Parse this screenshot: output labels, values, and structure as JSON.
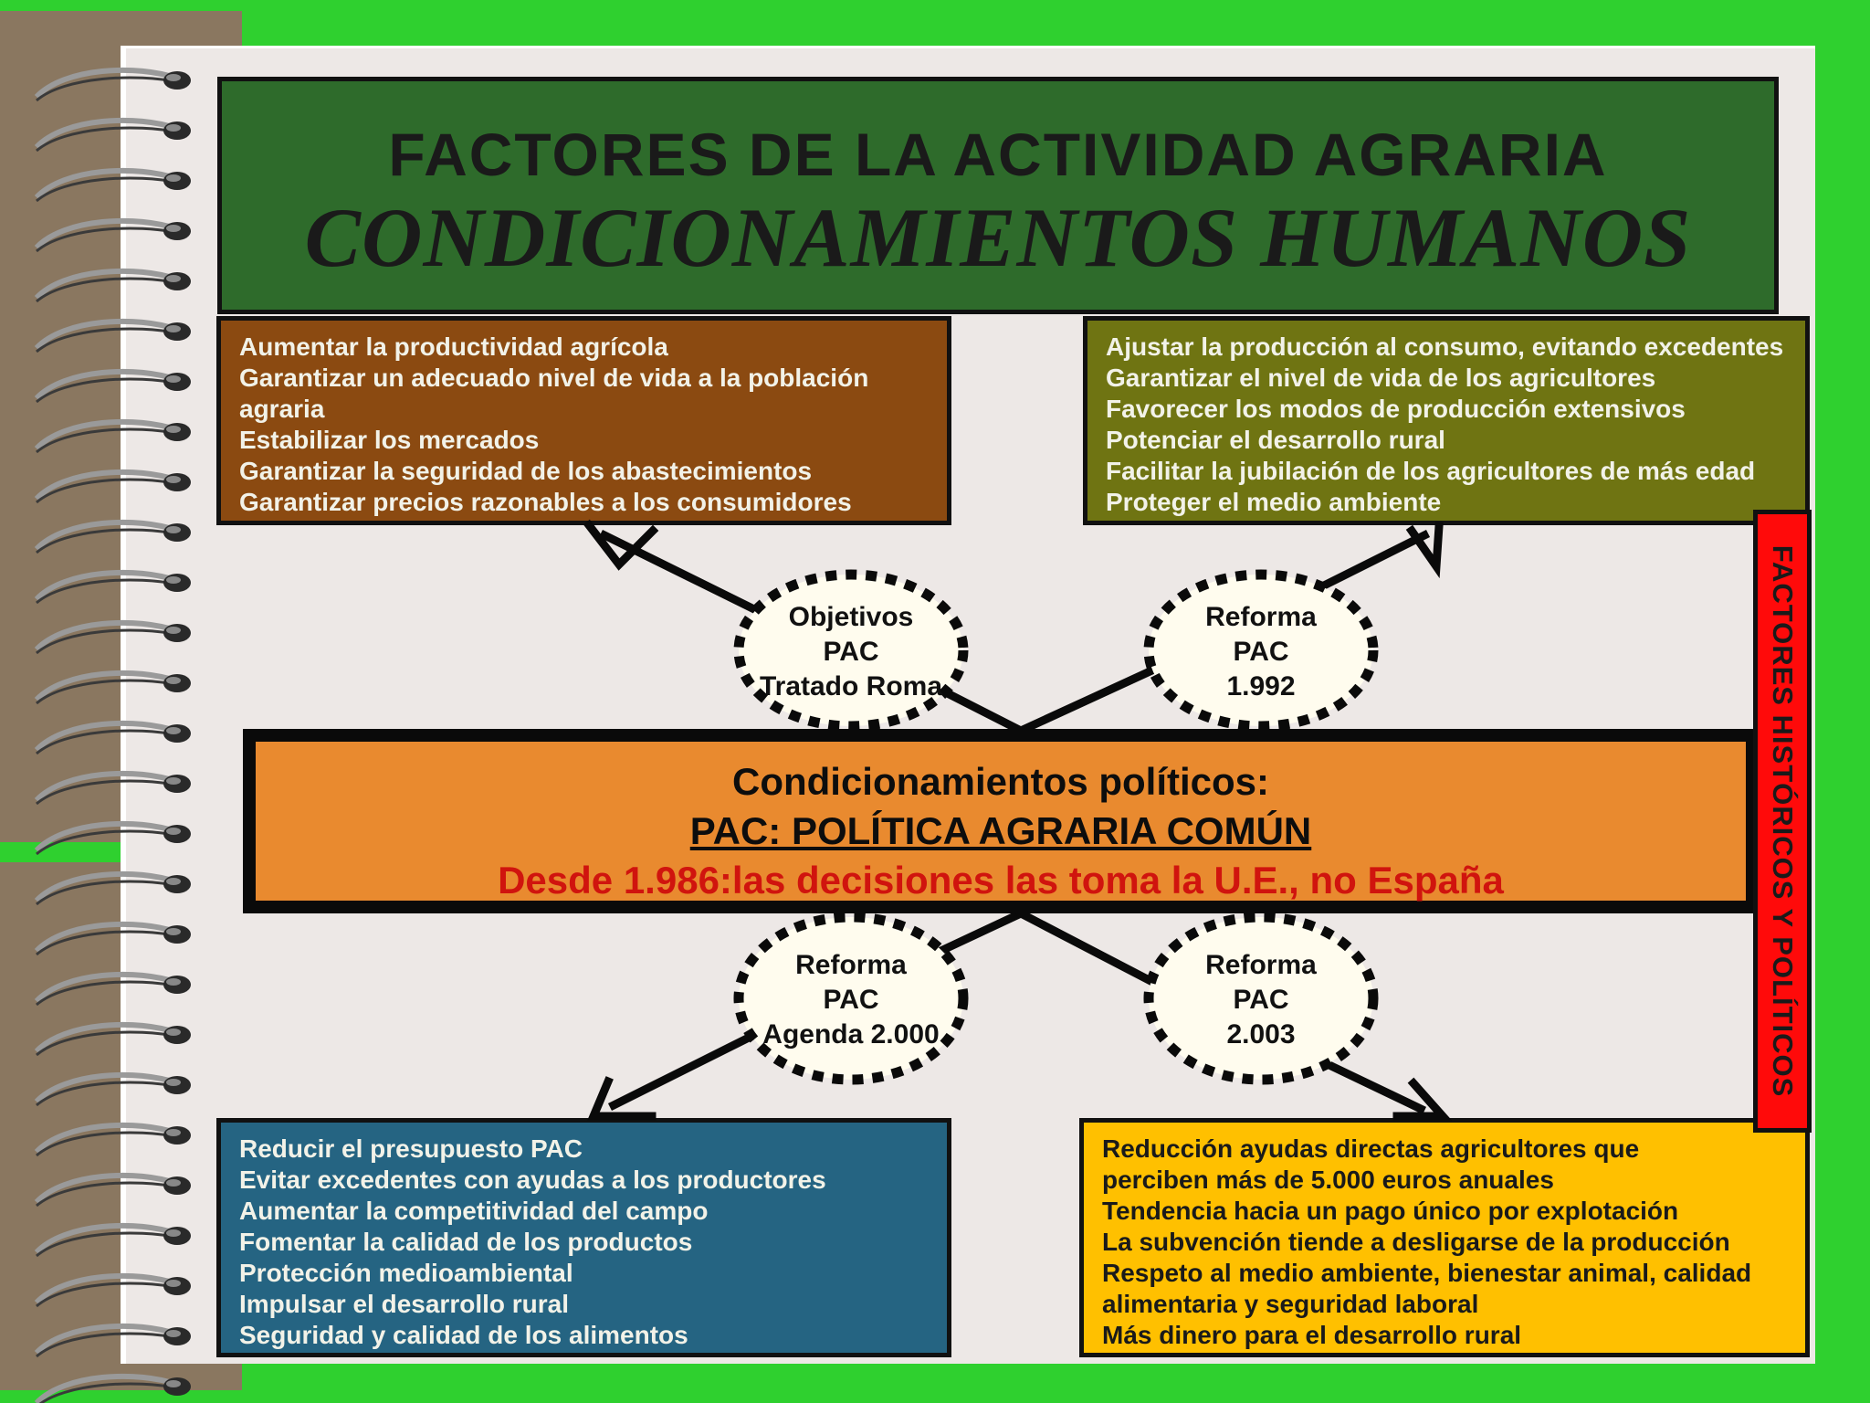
{
  "title": {
    "line1": "FACTORES DE LA ACTIVIDAD AGRARIA",
    "line2": "CONDICIONAMIENTOS HUMANOS"
  },
  "boxes": {
    "top_left": [
      "Aumentar la productividad agrícola",
      "Garantizar un adecuado nivel de vida a la población",
      "agraria",
      "Estabilizar los mercados",
      "Garantizar la seguridad de los abastecimientos",
      "Garantizar precios razonables a los consumidores"
    ],
    "top_right": [
      "Ajustar la producción al consumo, evitando excedentes",
      "Garantizar el nivel de vida de los agricultores",
      "Favorecer los modos de producción extensivos",
      "Potenciar el desarrollo rural",
      "Facilitar la jubilación de los agricultores de más edad",
      "Proteger el medio ambiente"
    ],
    "bottom_left": [
      "Reducir el presupuesto PAC",
      "Evitar excedentes con ayudas a los productores",
      "Aumentar la competitividad del campo",
      "Fomentar  la calidad de los productos",
      "Protección medioambiental",
      "Impulsar el desarrollo rural",
      "Seguridad y calidad de los alimentos"
    ],
    "bottom_right": [
      "Reducción ayudas directas agricultores que",
      "perciben más de 5.000 euros anuales",
      "Tendencia hacia un pago único por explotación",
      "La subvención tiende a desligarse de la producción",
      "Respeto al medio ambiente, bienestar animal, calidad",
      "alimentaria y seguridad laboral",
      "Más dinero para el desarrollo rural"
    ]
  },
  "nodes": {
    "objetivos": [
      "Objetivos",
      "PAC",
      "Tratado Roma"
    ],
    "reforma_1992": [
      "Reforma",
      "PAC",
      "1.992"
    ],
    "reforma_2000": [
      "Reforma",
      "PAC",
      "Agenda 2.000"
    ],
    "reforma_2003": [
      "Reforma",
      "PAC",
      "2.003"
    ]
  },
  "central": {
    "line1": "Condicionamientos políticos:",
    "line2": "PAC: POLÍTICA AGRARIA COMÚN",
    "line3": "Desde 1.986:las decisiones las toma la U.E., no España"
  },
  "side_label": "FACTORES HISTÓRICOS Y POLÍTICOS",
  "colors": {
    "background": "#2fd02f",
    "title_box": "#2e6b2b",
    "top_left_box": "#8b4a11",
    "top_right_box": "#6f7412",
    "bottom_left_box": "#256482",
    "bottom_right_box": "#ffc000",
    "central_box": "#e98a2f",
    "side_label_box": "#ff0a0a",
    "highlight_text": "#d0140e"
  }
}
